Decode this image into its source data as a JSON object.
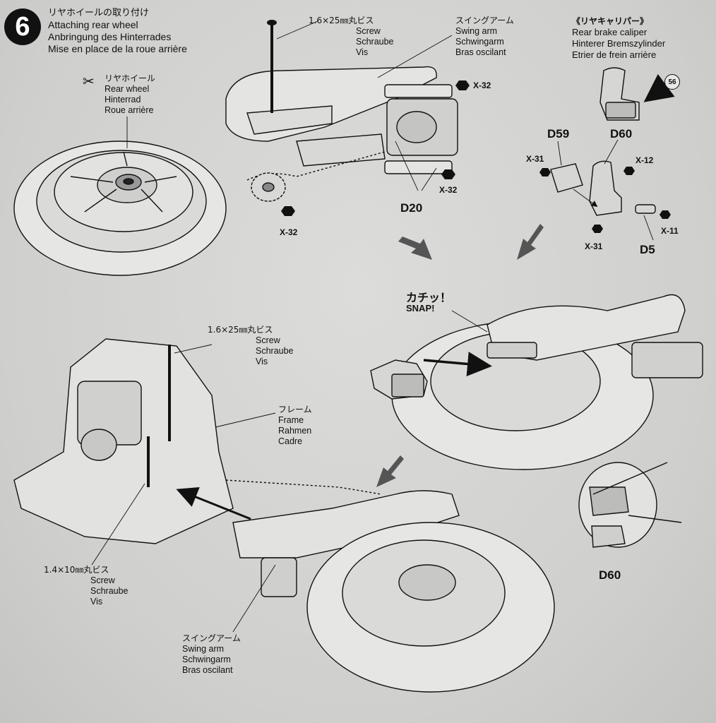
{
  "step": {
    "number": "6",
    "title_jp": "リヤホイールの取り付け",
    "title_en": "Attaching rear wheel",
    "title_de": "Anbringung des Hinterrades",
    "title_fr": "Mise en place de la roue arrière"
  },
  "rear_wheel": {
    "jp": "リヤホイール",
    "en": "Rear wheel",
    "de": "Hinterrad",
    "fr": "Roue arrière"
  },
  "screw_top": {
    "jp": "1.6×25㎜丸ビス",
    "en": "Screw",
    "de": "Schraube",
    "fr": "Vis"
  },
  "swing_arm_top": {
    "jp": "スイングアーム",
    "en": "Swing arm",
    "de": "Schwingarm",
    "fr": "Bras oscilant"
  },
  "caliper": {
    "jp": "《リヤキャリパー》",
    "en": "Rear brake caliper",
    "de": "Hinterer Bremszylinder",
    "fr": "Etrier de frein arrière"
  },
  "part_ref": "56",
  "parts": {
    "d59": "D59",
    "d60": "D60",
    "d20": "D20",
    "d5": "D5",
    "d60_detail": "D60"
  },
  "codes": {
    "x32_a": "X-32",
    "x32_b": "X-32",
    "x32_c": "X-32",
    "x31_a": "X-31",
    "x31_b": "X-31",
    "x12": "X-12",
    "x11": "X-11"
  },
  "snap": {
    "jp": "カチッ！",
    "en": "SNAP!"
  },
  "screw_mid": {
    "jp": "1.6×25㎜丸ビス",
    "en": "Screw",
    "de": "Schraube",
    "fr": "Vis"
  },
  "frame": {
    "jp": "フレーム",
    "en": "Frame",
    "de": "Rahmen",
    "fr": "Cadre"
  },
  "screw_small": {
    "jp": "1.4×10㎜丸ビス",
    "en": "Screw",
    "de": "Schraube",
    "fr": "Vis"
  },
  "swing_arm_bottom": {
    "jp": "スイングアーム",
    "en": "Swing arm",
    "de": "Schwingarm",
    "fr": "Bras oscilant"
  },
  "colors": {
    "ink": "#111111",
    "paper": "#d2d2d0",
    "arrow_gray": "#555555"
  }
}
